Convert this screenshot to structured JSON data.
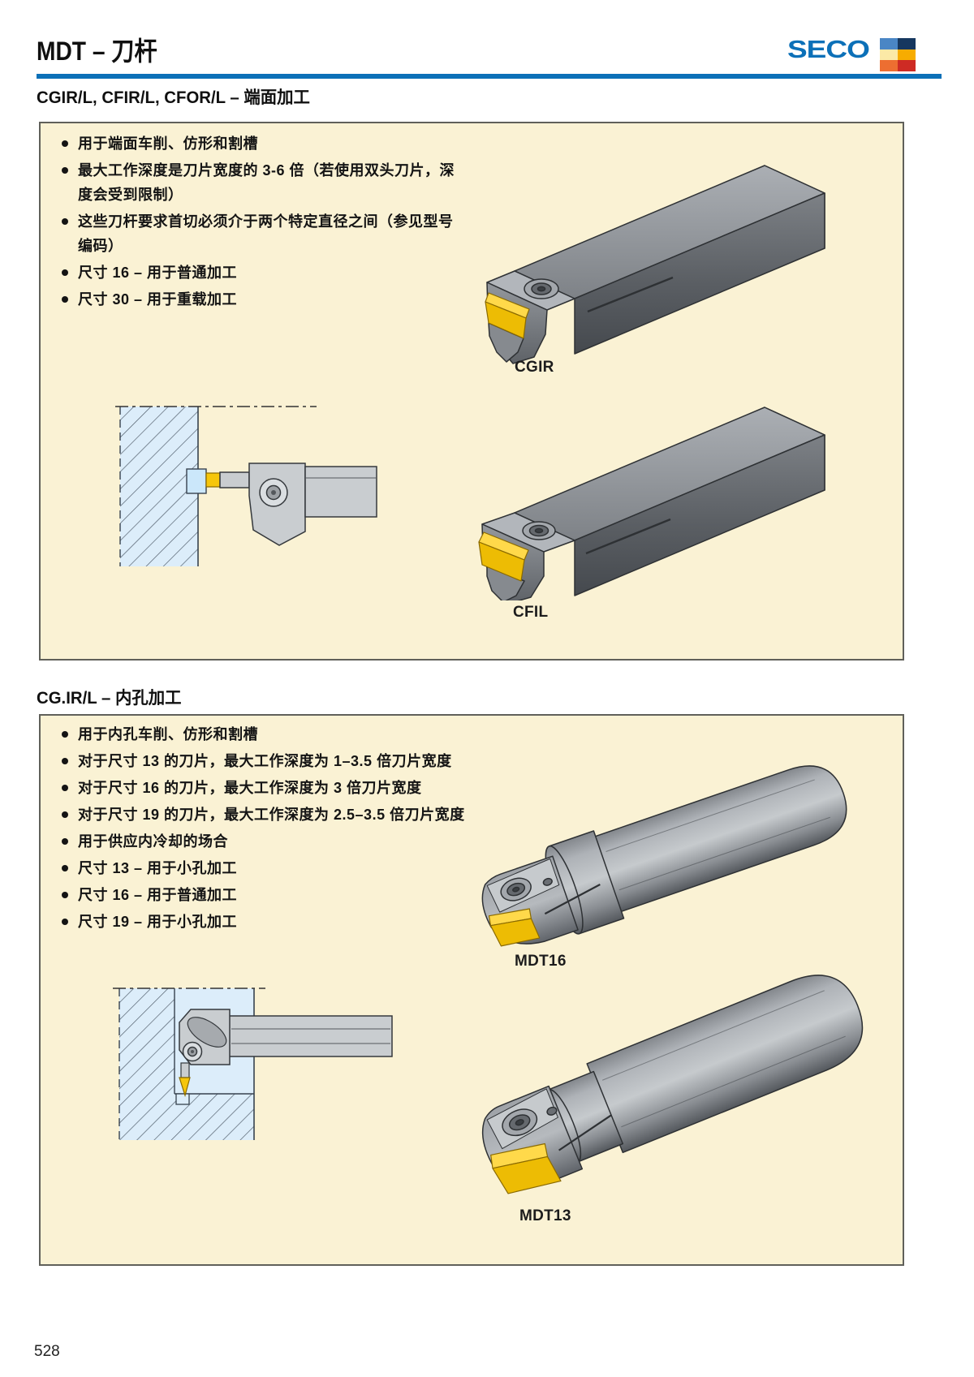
{
  "page": {
    "title": "MDT – 刀杆",
    "brand": "SECO",
    "page_number": "528",
    "logo_squares": [
      "#4A86C5",
      "#16375F",
      "#FBE9A6",
      "#F7AC00",
      "#ED6E31",
      "#CE2B24"
    ],
    "colors": {
      "accent_blue": "#0C70B8",
      "panel_background": "#FAF2D4",
      "panel_border": "#60605A",
      "insert_yellow": "#F2C50B",
      "workpiece_blue": "#DCEDFA"
    }
  },
  "sections": [
    {
      "heading": "CGIR/L, CFIR/L, CFOR/L – 端面加工",
      "bullets": [
        "用于端面车削、仿形和割槽",
        "最大工作深度是刀片宽度的 3-6 倍（若使用双头刀片，深度会受到限制）",
        "这些刀杆要求首切必须介于两个特定直径之间（参见型号编码）",
        "尺寸 16 – 用于普通加工",
        "尺寸 30 – 用于重载加工"
      ],
      "tools": [
        {
          "label": "CGIR"
        },
        {
          "label": "CFIL"
        }
      ]
    },
    {
      "heading": "CG.IR/L – 内孔加工",
      "bullets": [
        "用于内孔车削、仿形和割槽",
        "对于尺寸 13 的刀片，最大工作深度为 1–3.5 倍刀片宽度",
        "对于尺寸 16 的刀片，最大工作深度为 3 倍刀片宽度",
        "对于尺寸 19 的刀片，最大工作深度为 2.5–3.5 倍刀片宽度",
        "用于供应内冷却的场合",
        "尺寸 13 – 用于小孔加工",
        "尺寸 16 – 用于普通加工",
        "尺寸 19 – 用于小孔加工"
      ],
      "tools": [
        {
          "label": "MDT16"
        },
        {
          "label": "MDT13"
        }
      ]
    }
  ]
}
